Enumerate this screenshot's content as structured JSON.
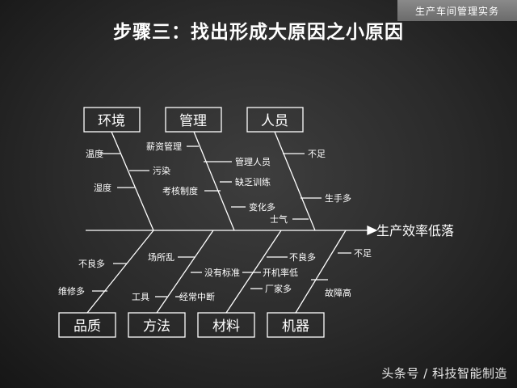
{
  "corner_tag": "生产车间管理实务",
  "title": "步骤三：找出形成大原因之小原因",
  "effect": "生产效率低落",
  "categories_top": [
    {
      "label": "环境",
      "causes": [
        "温度",
        "污染",
        "湿度"
      ]
    },
    {
      "label": "管理",
      "causes": [
        "薪资管理",
        "管理人员",
        "考核制度",
        "缺乏训练",
        "变化多"
      ]
    },
    {
      "label": "人员",
      "causes": [
        "不足",
        "生手多",
        "士气"
      ]
    }
  ],
  "categories_bottom": [
    {
      "label": "品质",
      "causes": [
        "不良多",
        "维修多"
      ]
    },
    {
      "label": "方法",
      "causes": [
        "场所乱",
        "没有标准",
        "工具",
        "经常中断"
      ]
    },
    {
      "label": "材料",
      "causes": [
        "不良多",
        "开机率低",
        "厂家多"
      ]
    },
    {
      "label": "机器",
      "causes": [
        "不足",
        "故障高"
      ]
    }
  ],
  "watermark": "头条号 / 科技智能制造",
  "colors": {
    "line": "#ffffff",
    "text": "#ffffff",
    "tag_bg": "#7a7a7a"
  }
}
